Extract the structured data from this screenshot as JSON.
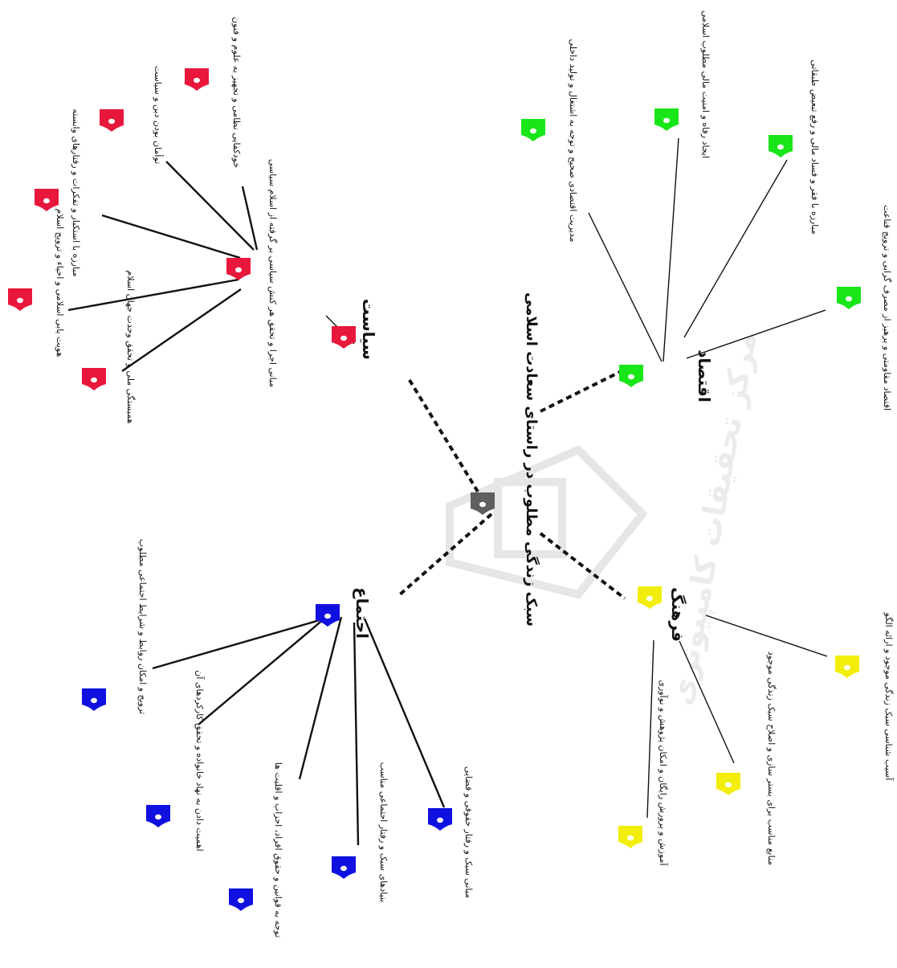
{
  "center": {
    "label": "سبک زندگی مطلوب در راستای سعادت اسلامی",
    "icon": "document-icon",
    "color": "#5f5f5f"
  },
  "branches": {
    "politics": {
      "label": "سیاست",
      "color": "#e8173c",
      "hub_label": "مبانی اجرا و تحقق هر کنش سیاسی بر گرفته از اسلام سیاسی",
      "items": [
        "خودکفایی نظامی و تجهیز به علوم و فنون",
        "توأمان بودن دین و سیاست",
        "مبارزه با استکبار و تفکرات و رفتارهای وابسته",
        "هویت یابی اسلامی و احیاء و ترویج اسلام",
        "همبستگی ملی و تحقق وحدت جهان اسلام"
      ]
    },
    "economy": {
      "label": "اقتصاد",
      "color": "#19e619",
      "items": [
        "مدیریت اقتصادی صحیح و توجه به اشتغال و تولید داخلی",
        "ایجاد رفاه و امنیت مالی مطلوب اسلامی",
        "مبارزه با فقر و فساد مالی و رفع تبعیض طبقاتی",
        "اقتصاد مقاومتی و پرهیز از مصرف گرایی و ترویج قناعت"
      ]
    },
    "culture": {
      "label": "فرهنگ",
      "color": "#f2ee0a",
      "items": [
        "آسیب شناسی سبک زندگی موجود و ارائه الگو",
        "منابع مناسب برای بستر سازی و اصلاح سبک زندگی موجود",
        "آموزش و پرورش رایگان و امکان پژوهش و نوآوری"
      ]
    },
    "society": {
      "label": "اجتماع",
      "color": "#1010e0",
      "items": [
        "ترویج و امکان روابط و شرایط اجتماعی مطلوب",
        "اهمیت دادن به نهاد خانواده و تحقق کارکردهای آن",
        "توجه به قوانین و حقوق افراد، احزاب و اقلیت ها",
        "بنیادهای سبک و رفتار اجتماعی مناسب",
        "مبانی سبک و رفتار حقوقی و قضایی"
      ]
    }
  },
  "icons": {
    "node": "document-icon"
  }
}
